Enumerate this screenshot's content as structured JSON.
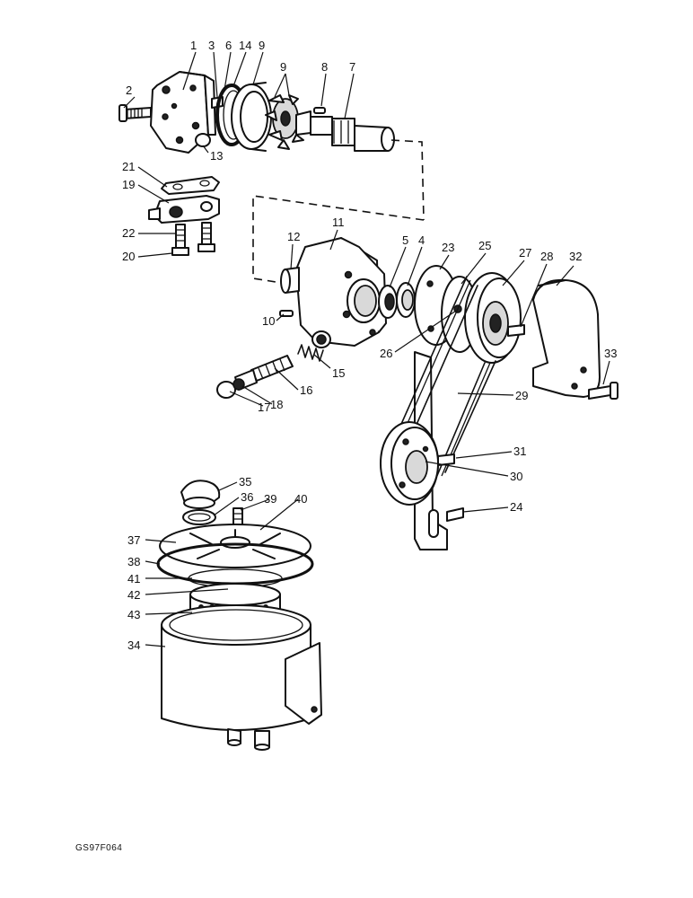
{
  "diagram": {
    "drawing_ref": "GS97F064",
    "callouts": [
      {
        "id": "1",
        "text": "1"
      },
      {
        "id": "3",
        "text": "3"
      },
      {
        "id": "6",
        "text": "6"
      },
      {
        "id": "14",
        "text": "14"
      },
      {
        "id": "9a",
        "text": "9"
      },
      {
        "id": "9b",
        "text": "9"
      },
      {
        "id": "8",
        "text": "8"
      },
      {
        "id": "7",
        "text": "7"
      },
      {
        "id": "2",
        "text": "2"
      },
      {
        "id": "13",
        "text": "13"
      },
      {
        "id": "21",
        "text": "21"
      },
      {
        "id": "19",
        "text": "19"
      },
      {
        "id": "22",
        "text": "22"
      },
      {
        "id": "20",
        "text": "20"
      },
      {
        "id": "11",
        "text": "11"
      },
      {
        "id": "12",
        "text": "12"
      },
      {
        "id": "5",
        "text": "5"
      },
      {
        "id": "4",
        "text": "4"
      },
      {
        "id": "23",
        "text": "23"
      },
      {
        "id": "25",
        "text": "25"
      },
      {
        "id": "27",
        "text": "27"
      },
      {
        "id": "28",
        "text": "28"
      },
      {
        "id": "32",
        "text": "32"
      },
      {
        "id": "10",
        "text": "10"
      },
      {
        "id": "15",
        "text": "15"
      },
      {
        "id": "26",
        "text": "26"
      },
      {
        "id": "33",
        "text": "33"
      },
      {
        "id": "16",
        "text": "16"
      },
      {
        "id": "17",
        "text": "17"
      },
      {
        "id": "18",
        "text": "18"
      },
      {
        "id": "29",
        "text": "29"
      },
      {
        "id": "31",
        "text": "31"
      },
      {
        "id": "30",
        "text": "30"
      },
      {
        "id": "24",
        "text": "24"
      },
      {
        "id": "35",
        "text": "35"
      },
      {
        "id": "36",
        "text": "36"
      },
      {
        "id": "39",
        "text": "39"
      },
      {
        "id": "40",
        "text": "40"
      },
      {
        "id": "37",
        "text": "37"
      },
      {
        "id": "38",
        "text": "38"
      },
      {
        "id": "41",
        "text": "41"
      },
      {
        "id": "42",
        "text": "42"
      },
      {
        "id": "43",
        "text": "43"
      },
      {
        "id": "34",
        "text": "34"
      }
    ]
  }
}
